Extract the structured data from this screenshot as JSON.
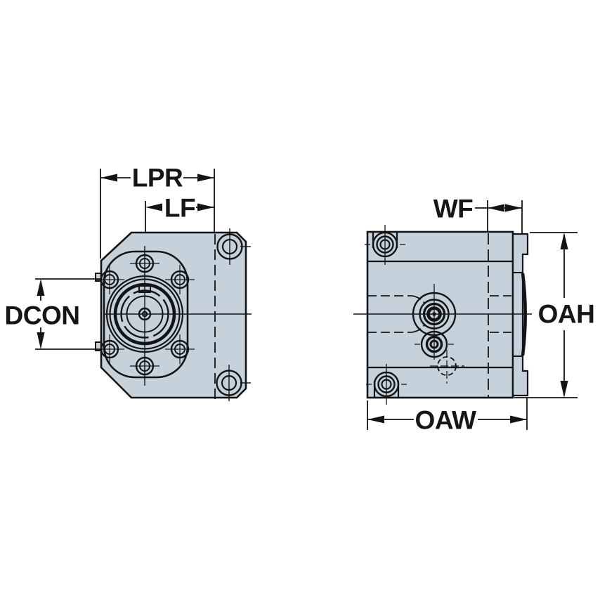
{
  "drawing": {
    "type": "engineering-drawing",
    "subject": "clamping-unit two-view technical drawing",
    "colors": {
      "body_fill": "#c5d2dc",
      "line": "#141414",
      "background": "#ffffff"
    },
    "views": {
      "front": {
        "name": "front view"
      },
      "side": {
        "name": "side view"
      }
    },
    "dimensions": {
      "lpr": "LPR",
      "lf": "LF",
      "dcon": "DCON",
      "wf": "WF",
      "oah": "OAH",
      "oaw": "OAW"
    }
  }
}
